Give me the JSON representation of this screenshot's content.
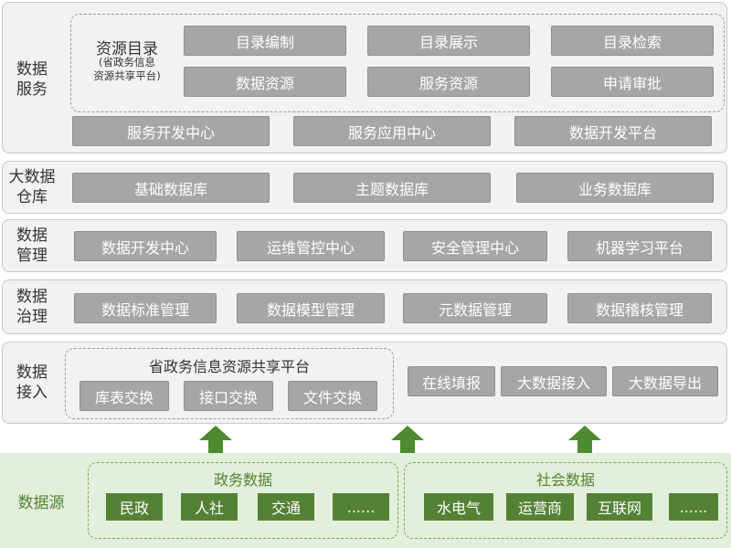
{
  "service": {
    "label": "数据\n服务",
    "catalog_title": "资源目录",
    "catalog_sub": "(省政务信息\n资源共享平台)",
    "catalog_items": [
      "目录编制",
      "目录展示",
      "目录检索",
      "数据资源",
      "服务资源",
      "申请审批"
    ],
    "bottom_items": [
      "服务开发中心",
      "服务应用中心",
      "数据开发平台"
    ]
  },
  "warehouse": {
    "label": "大数据\n仓库",
    "items": [
      "基础数据库",
      "主题数据库",
      "业务数据库"
    ]
  },
  "management": {
    "label": "数据\n管理",
    "items": [
      "数据开发中心",
      "运维管控中心",
      "安全管理中心",
      "机器学习平台"
    ]
  },
  "governance": {
    "label": "数据\n治理",
    "items": [
      "数据标准管理",
      "数据模型管理",
      "元数据管理",
      "数据稽核管理"
    ]
  },
  "access": {
    "label": "数据\n接入",
    "platform_title": "省政务信息资源共享平台",
    "platform_items": [
      "库表交换",
      "接口交换",
      "文件交换"
    ],
    "other_items": [
      "在线填报",
      "大数据接入",
      "大数据导出"
    ]
  },
  "source": {
    "label": "数据源",
    "gov_title": "政务数据",
    "gov_items": [
      "民政",
      "人社",
      "交通",
      "......"
    ],
    "social_title": "社会数据",
    "social_items": [
      "水电气",
      "运营商",
      "互联网",
      "......"
    ]
  },
  "colors": {
    "gray_box": "#a6a6a6",
    "green_box": "#548235",
    "green_band": "#e2efda",
    "arrow": "#4e8a2e"
  }
}
